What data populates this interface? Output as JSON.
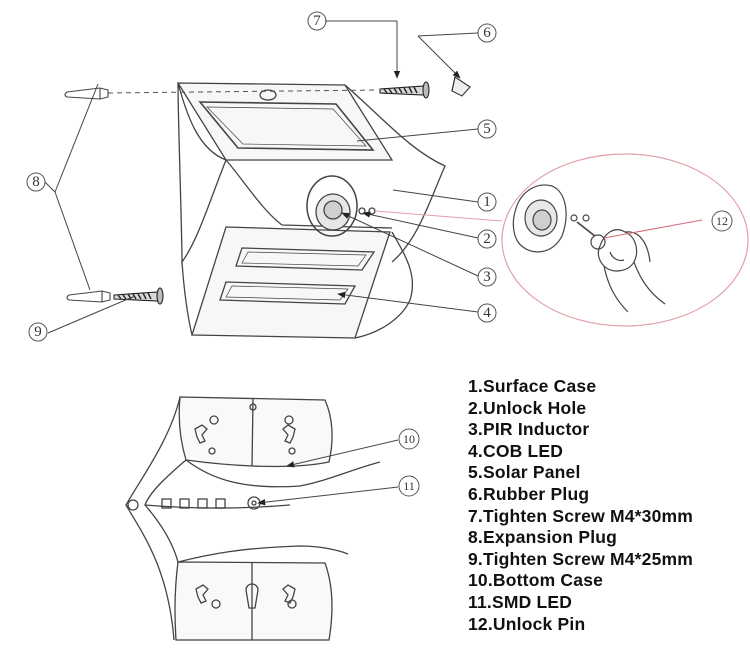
{
  "callouts": {
    "c1": "1",
    "c2": "2",
    "c3": "3",
    "c4": "4",
    "c5": "5",
    "c6": "6",
    "c7": "7",
    "c8": "8",
    "c9": "9",
    "c10": "10",
    "c11": "11",
    "c12": "12"
  },
  "legend": [
    "1.Surface Case",
    "2.Unlock Hole",
    "3.PIR Inductor",
    "4.COB LED",
    "5.Solar Panel",
    "6.Rubber Plug",
    "7.Tighten Screw M4*30mm",
    "8.Expansion Plug",
    "9.Tighten Screw M4*25mm",
    "10.Bottom Case",
    "11.SMD LED",
    "12.Unlock Pin"
  ],
  "colors": {
    "line": "#444444",
    "magnifier_circle": "#e3a0a8",
    "leader_red": "#d66a78"
  }
}
